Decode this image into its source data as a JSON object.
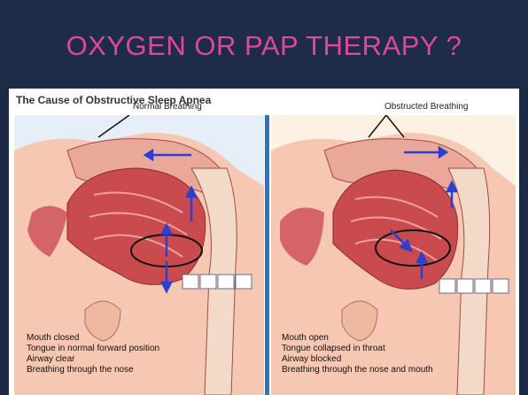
{
  "slide": {
    "title": "OXYGEN OR PAP THERAPY ?"
  },
  "figure": {
    "title": "The Cause of Obstructive Sleep Apnea",
    "left_panel": {
      "label": "Normal Breathing",
      "caption": [
        "Mouth closed",
        "Tongue in normal forward position",
        "Airway clear",
        "Breathing through the nose"
      ]
    },
    "right_panel": {
      "label": "Obstructed Breathing",
      "caption": [
        "Mouth open",
        "Tongue collapsed in throat",
        "Airway blocked",
        "Breathing through the nose and mouth"
      ]
    }
  },
  "colors": {
    "title": "#e0479a",
    "background": "#1c2a45",
    "arrow": "#2d3fd0",
    "divider": "#2a74c0"
  }
}
